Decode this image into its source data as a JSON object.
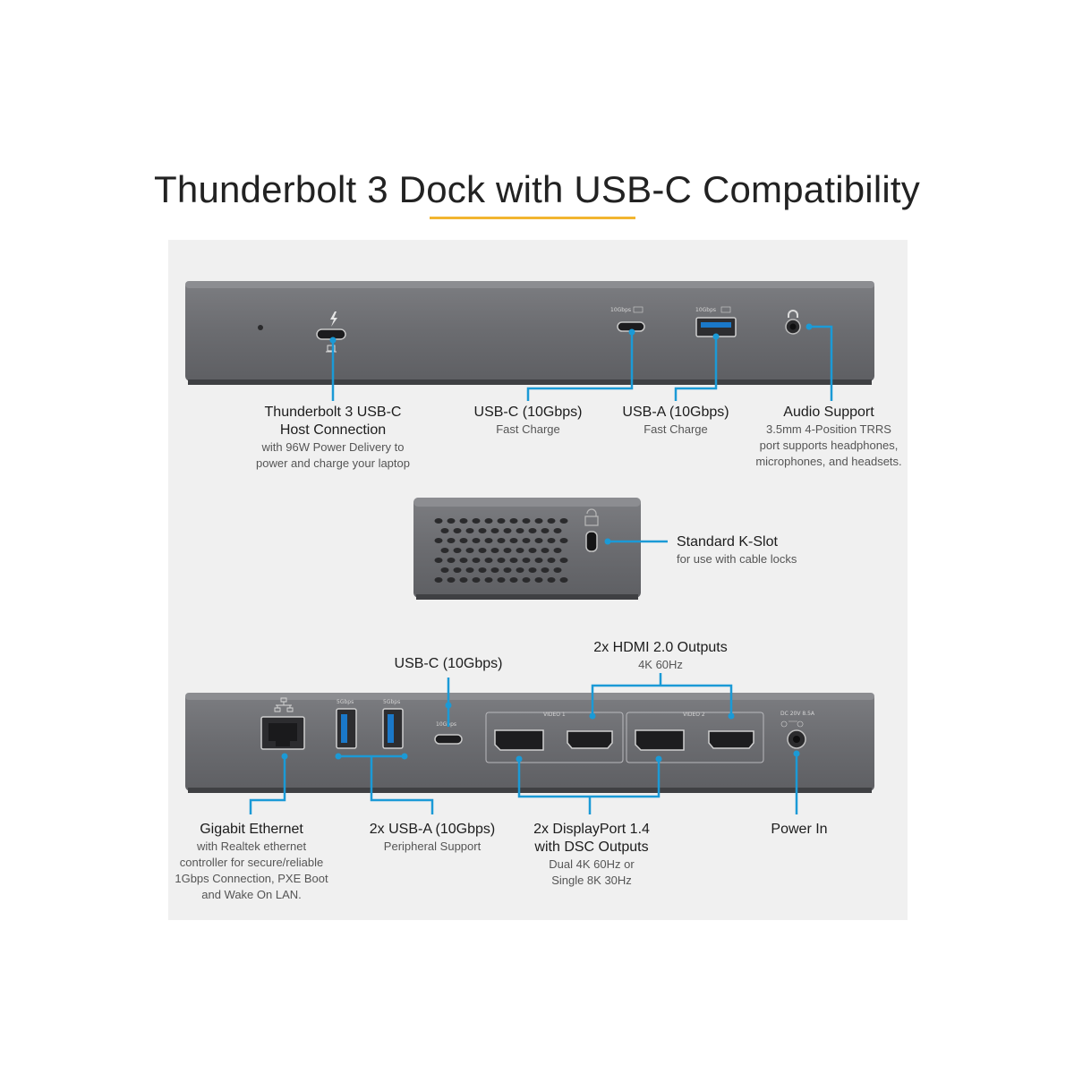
{
  "title": "Thunderbolt 3 Dock with USB-C Compatibility",
  "colors": {
    "accent": "#f2b530",
    "callout": "#1b9ad6",
    "device": "#6d6e72",
    "panel": "#f0f0f0"
  },
  "port_marks": {
    "usbc_10gbps": "10Gbps",
    "usba_10gbps": "10Gbps",
    "usba_5gbps_1": "5Gbps",
    "usba_5gbps_2": "5Gbps",
    "usbc_rear_10gbps": "10Gbps",
    "video1": "VIDEO 1",
    "video2": "VIDEO 2",
    "dc_in": "DC 20V 8.5A"
  },
  "callouts": {
    "thunderbolt": {
      "heading1": "Thunderbolt 3 USB-C",
      "heading2": "Host Connection",
      "sub1": "with 96W Power Delivery to",
      "sub2": "power and charge your laptop"
    },
    "usbc_front": {
      "heading": "USB-C (10Gbps)",
      "sub": "Fast Charge"
    },
    "usba_front": {
      "heading": "USB-A (10Gbps)",
      "sub": "Fast Charge"
    },
    "audio": {
      "heading": "Audio Support",
      "sub1": "3.5mm 4-Position TRRS",
      "sub2": "port supports headphones,",
      "sub3": "microphones, and headsets."
    },
    "kslot": {
      "heading": "Standard K-Slot",
      "sub": "for use with cable locks"
    },
    "usbc_rear": {
      "heading": "USB-C (10Gbps)"
    },
    "hdmi": {
      "heading": "2x HDMI 2.0 Outputs",
      "sub": "4K 60Hz"
    },
    "ethernet": {
      "heading": "Gigabit Ethernet",
      "sub1": "with Realtek ethernet",
      "sub2": "controller for secure/reliable",
      "sub3": "1Gbps Connection, PXE Boot",
      "sub4": "and Wake On LAN."
    },
    "usba_rear": {
      "heading": "2x USB-A (10Gbps)",
      "sub": "Peripheral Support"
    },
    "displayport": {
      "heading1": "2x DisplayPort 1.4",
      "heading2": "with DSC Outputs",
      "sub1": "Dual 4K 60Hz or",
      "sub2": "Single 8K 30Hz"
    },
    "power": {
      "heading": "Power In"
    }
  }
}
